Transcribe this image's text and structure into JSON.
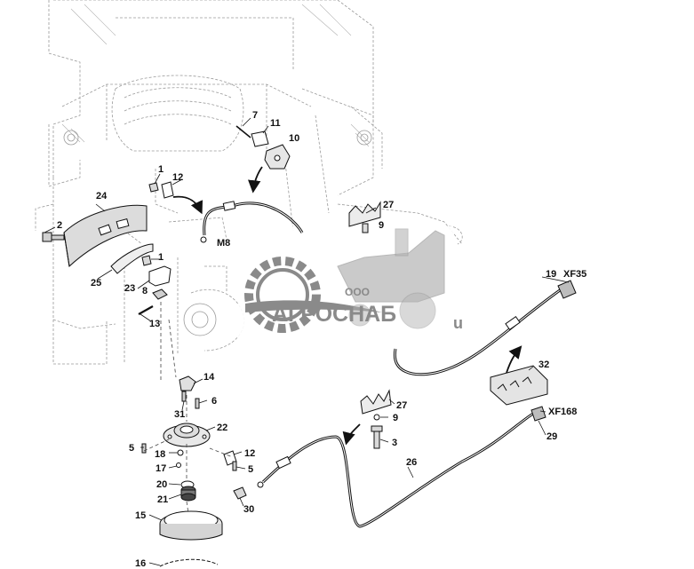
{
  "watermark": {
    "company_prefix": "ООО",
    "company_name": "АГРОСНАБ",
    "suffix": "u",
    "gray": "#8a8a8a"
  },
  "callouts": [
    {
      "id": "c1",
      "text": "7"
    },
    {
      "id": "c2",
      "text": "11"
    },
    {
      "id": "c3",
      "text": "10"
    },
    {
      "id": "c4",
      "text": "1"
    },
    {
      "id": "c5",
      "text": "12"
    },
    {
      "id": "c6",
      "text": "24"
    },
    {
      "id": "c7",
      "text": "2"
    },
    {
      "id": "c8",
      "text": "M8"
    },
    {
      "id": "c9",
      "text": "27"
    },
    {
      "id": "c10",
      "text": "9"
    },
    {
      "id": "c11",
      "text": "1"
    },
    {
      "id": "c12",
      "text": "23"
    },
    {
      "id": "c13",
      "text": "8"
    },
    {
      "id": "c14",
      "text": "25"
    },
    {
      "id": "c15",
      "text": "13"
    },
    {
      "id": "c16",
      "text": "19"
    },
    {
      "id": "c17",
      "text": "XF35"
    },
    {
      "id": "c18",
      "text": "32"
    },
    {
      "id": "c19",
      "text": "14"
    },
    {
      "id": "c20",
      "text": "31"
    },
    {
      "id": "c21",
      "text": "6"
    },
    {
      "id": "c22",
      "text": "22"
    },
    {
      "id": "c23",
      "text": "27"
    },
    {
      "id": "c24",
      "text": "9"
    },
    {
      "id": "c25",
      "text": "XF168"
    },
    {
      "id": "c26",
      "text": "3"
    },
    {
      "id": "c27",
      "text": "29"
    },
    {
      "id": "c28",
      "text": "5"
    },
    {
      "id": "c29",
      "text": "18"
    },
    {
      "id": "c30",
      "text": "12"
    },
    {
      "id": "c31",
      "text": "17"
    },
    {
      "id": "c32",
      "text": "5"
    },
    {
      "id": "c33",
      "text": "26"
    },
    {
      "id": "c34",
      "text": "20"
    },
    {
      "id": "c35",
      "text": "21"
    },
    {
      "id": "c36",
      "text": "30"
    },
    {
      "id": "c37",
      "text": "15"
    },
    {
      "id": "c38",
      "text": "16"
    }
  ]
}
